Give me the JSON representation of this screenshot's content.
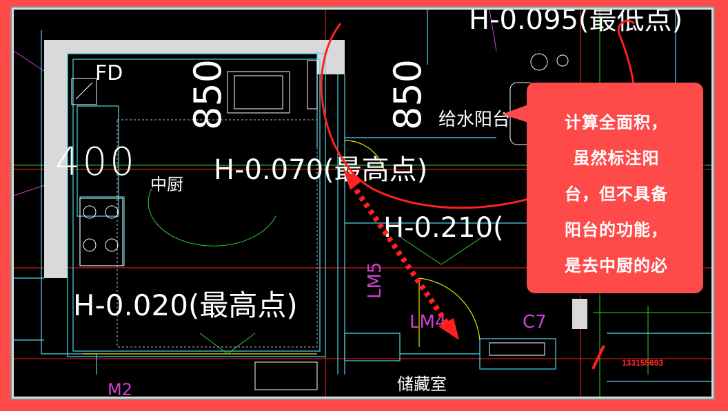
{
  "drawing": {
    "labels": {
      "fd": "FD",
      "dim_400": "400",
      "dim_850_left": "850",
      "dim_850_right": "850",
      "kitchen": "中厨",
      "supply_balcony": "给水阳台",
      "elev_top": "H-0.095(最低点)",
      "elev_070": "H-0.070(最高点)",
      "elev_210": "H-0.210(",
      "elev_020": "H-0.020(最高点)",
      "lm5": "LM5",
      "lm4": "LM4",
      "c7": "C7",
      "storage": "储藏室",
      "m2": "M2"
    },
    "colors": {
      "wall": "#d9d9d9",
      "cyan": "#4dd8e8",
      "yellow": "#e8e800",
      "magenta": "#d040d0",
      "green": "#30d030",
      "red": "#ff2020",
      "white": "#ffffff"
    }
  },
  "callout": {
    "lines": [
      "计算全面积，",
      "虽然标注阳",
      "台，但不具备",
      "阳台的功能，",
      "是去中厨的必"
    ]
  },
  "watermark": "133155693"
}
